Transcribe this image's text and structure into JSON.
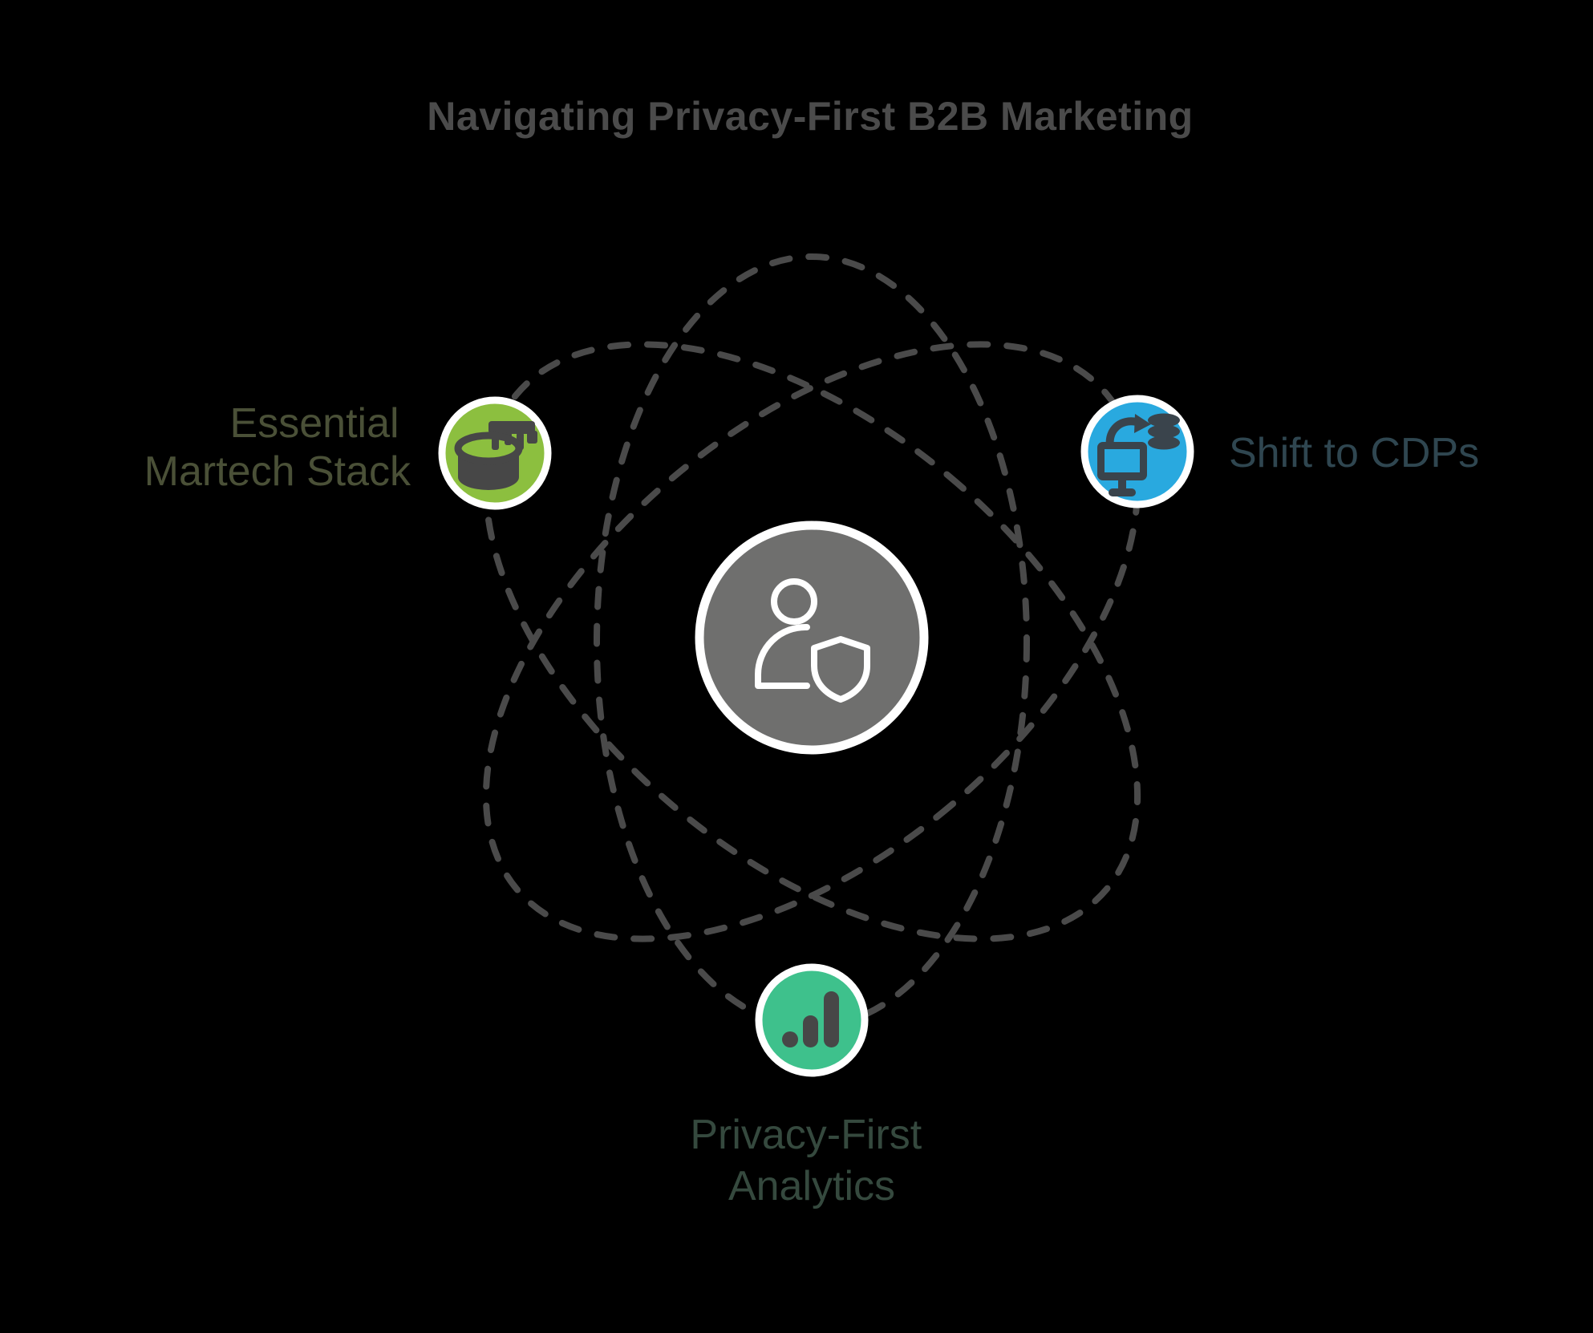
{
  "background": "#000000",
  "title": {
    "text": "Navigating Privacy-First B2B Marketing",
    "color": "#4b4b4b"
  },
  "orbits": {
    "stroke_color": "#4a4a4a",
    "style": "dashed"
  },
  "center_node": {
    "icon": "user-shield-icon",
    "fill": "#6f6f6e",
    "ring_color": "#ffffff",
    "icon_color": "#ffffff"
  },
  "nodes": {
    "martech": {
      "label_line1": "Essential",
      "label_line2": "Martech Stack",
      "label_color": "#4a5037",
      "fill": "#8cbf3f",
      "ring_color": "#ffffff",
      "icon": "martech-database-icon",
      "icon_color": "#474747"
    },
    "cdp": {
      "label": "Shift to CDPs",
      "label_color": "#2f4650",
      "fill": "#29a9df",
      "ring_color": "#ffffff",
      "icon": "data-migration-icon",
      "icon_color": "#3a444c",
      "icon_screen_color": "#29a9df"
    },
    "analytics": {
      "label_line1": "Privacy-First",
      "label_line2": "Analytics",
      "label_color": "#35493e",
      "fill": "#3ec18c",
      "ring_color": "#ffffff",
      "icon": "analytics-bars-icon",
      "icon_color": "#474747"
    }
  }
}
